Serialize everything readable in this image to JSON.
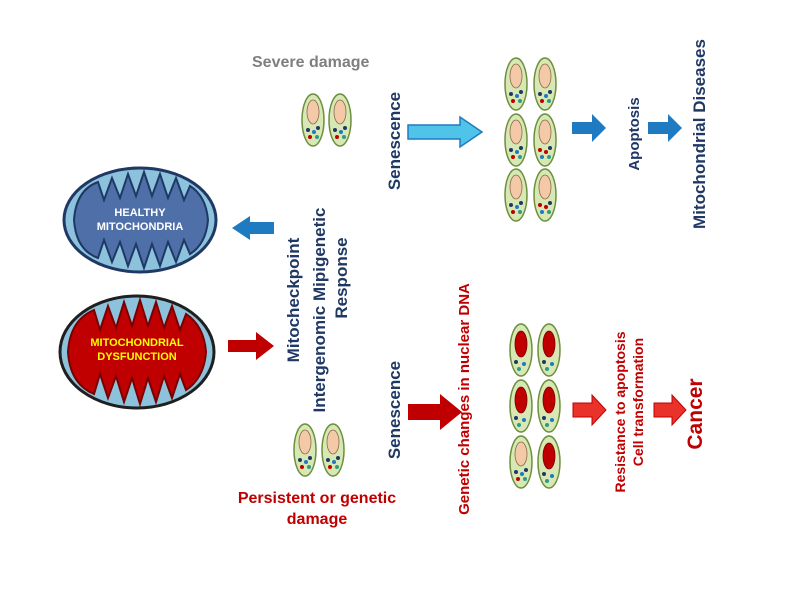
{
  "colors": {
    "navy": "#1f3864",
    "red": "#c00000",
    "gray": "#7f7f7f",
    "healthy_fill": "#4f6fa8",
    "healthy_outer": "#8cc2dc",
    "dysfunction_fill": "#c00000",
    "dysfunction_outer": "#8cc2dc",
    "cell_fill": "#d7e8b4",
    "cell_stroke": "#7a9a4a",
    "nucleus_healthy": "#f4c9a8",
    "nucleus_damaged": "#c00000",
    "arrow_blue": "#1f7bc1",
    "arrow_light_blue": "#4fc3e8",
    "arrow_red": "#c00000",
    "arrow_orange_red": "#e8322a"
  },
  "mito": {
    "healthy_label": "HEALTHY\nMITOCHONDRIA",
    "dysfunction_label": "MITOCHONDRIAL\nDYSFUNCTION"
  },
  "labels": {
    "severe_damage": "Severe damage",
    "persistent_damage": "Persistent or genetic\ndamage",
    "response_line1": "Mitocheckpoint",
    "response_line2": "Intergenomic Mipigenetic",
    "response_line3": "Response",
    "senescence_top": "Senescence",
    "senescence_bottom": "Senescence",
    "apoptosis": "Apoptosis",
    "mito_diseases": "Mitochondrial Diseases",
    "genetic_changes": "Genetic changes in nuclear DNA",
    "resistance": "Resistance to apoptosis",
    "cell_transformation": "Cell transformation",
    "cancer": "Cancer"
  },
  "icons": {
    "healthy_mito": "healthy-mitochondrion-icon",
    "dysfunction_mito": "dysfunctional-mitochondrion-icon",
    "cell": "cell-icon"
  }
}
